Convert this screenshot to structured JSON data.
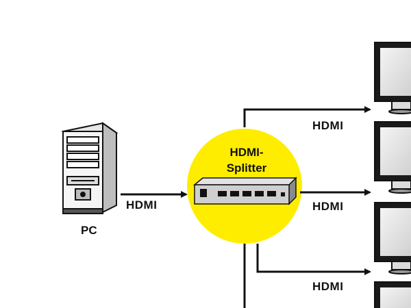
{
  "diagram": {
    "source": {
      "label": "PC"
    },
    "splitter": {
      "title_line1": "HDMI-",
      "title_line2": "Splitter"
    },
    "connections": {
      "input": "HDMI",
      "output_1": "HDMI",
      "output_2": "HDMI",
      "output_3": "HDMI"
    },
    "colors": {
      "highlight": "#ffed00",
      "line": "#111111"
    }
  }
}
